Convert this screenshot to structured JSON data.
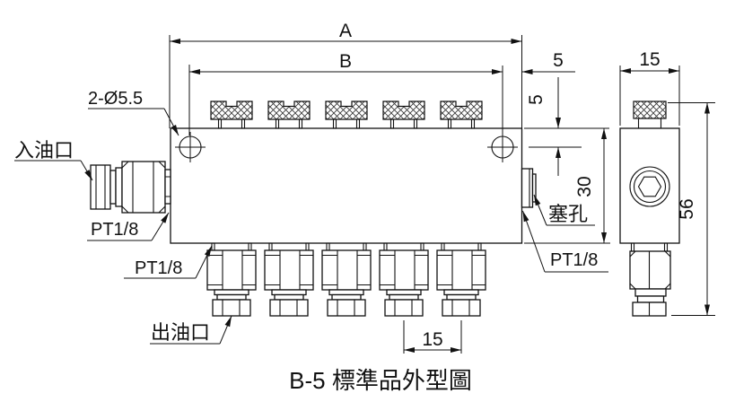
{
  "title": "B-5 標準品外型圖",
  "colors": {
    "line": "#111111",
    "background": "#ffffff"
  },
  "front_view": {
    "dims": {
      "overall_width": "A",
      "hole_span": "B",
      "edge_offset": "5",
      "hole_top_offset": "5",
      "block_height": "30",
      "outlet_pitch": "15"
    },
    "labels": {
      "mounting_holes": "2-Ø5.5",
      "inlet_port": "入油口",
      "inlet_thread": "PT1/8",
      "outlet_thread": "PT1/8",
      "plug_thread": "PT1/8",
      "plug_hole": "塞孔",
      "outlet_port": "出油口"
    }
  },
  "side_view": {
    "dims": {
      "width": "15",
      "overall_height": "56"
    }
  }
}
